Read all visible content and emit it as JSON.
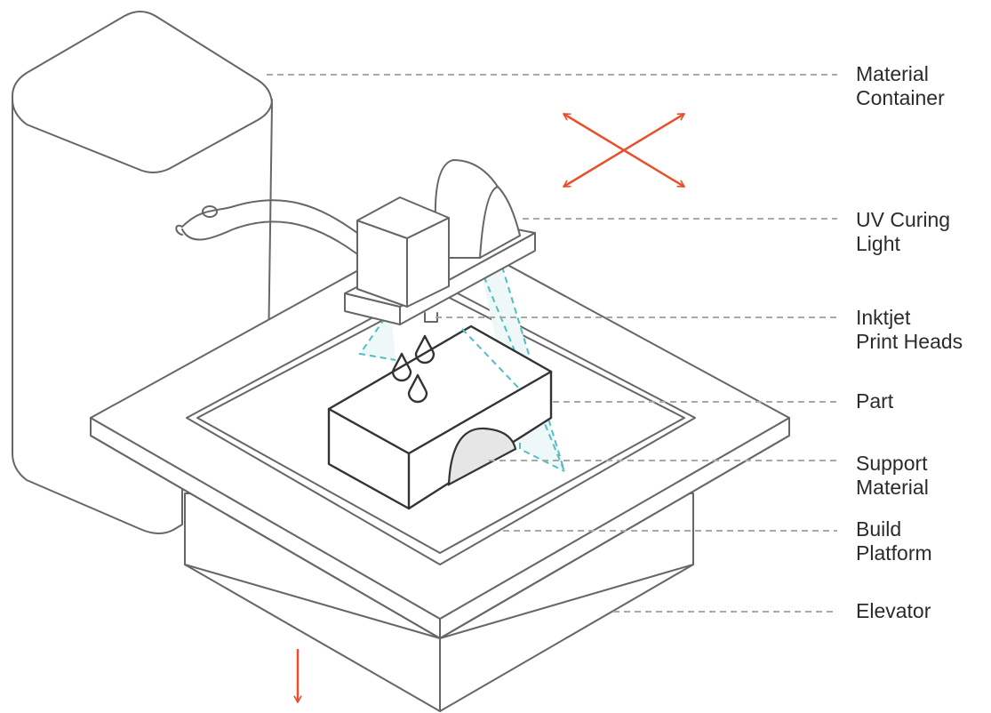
{
  "labels": {
    "material_container": [
      "Material",
      "Container"
    ],
    "uv_curing_light": [
      "UV Curing",
      "Light"
    ],
    "inkjet_print_heads": [
      "Inktjet",
      "Print Heads"
    ],
    "part": [
      "Part"
    ],
    "support_material": [
      "Support",
      "Material"
    ],
    "build_platform": [
      "Build",
      "Platform"
    ],
    "elevator": [
      "Elevator"
    ]
  },
  "colors": {
    "outline": "#666666",
    "part_outline": "#333333",
    "leader_line": "#a9a9a9",
    "motion_arrow": "#e8502a",
    "uv_light": "#4fbfc4",
    "uv_fill": "#eef8f9",
    "support_fill": "#e6e6e6"
  },
  "icons": {
    "motion_xy": "four-way-arrow-icon",
    "motion_z": "down-arrow-icon",
    "droplets": "droplet-icon"
  }
}
